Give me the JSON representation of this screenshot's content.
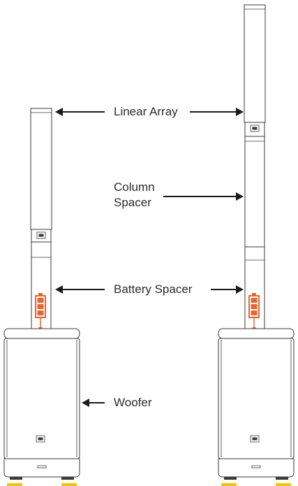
{
  "labels": {
    "linear_array": "Linear Array",
    "column_spacer_line1": "Column",
    "column_spacer_line2": "Spacer",
    "battery_spacer": "Battery Spacer",
    "woofer": "Woofer"
  },
  "colors": {
    "line": "#3a3a3a",
    "battery": "#e8642c",
    "accent": "#f5c400"
  }
}
